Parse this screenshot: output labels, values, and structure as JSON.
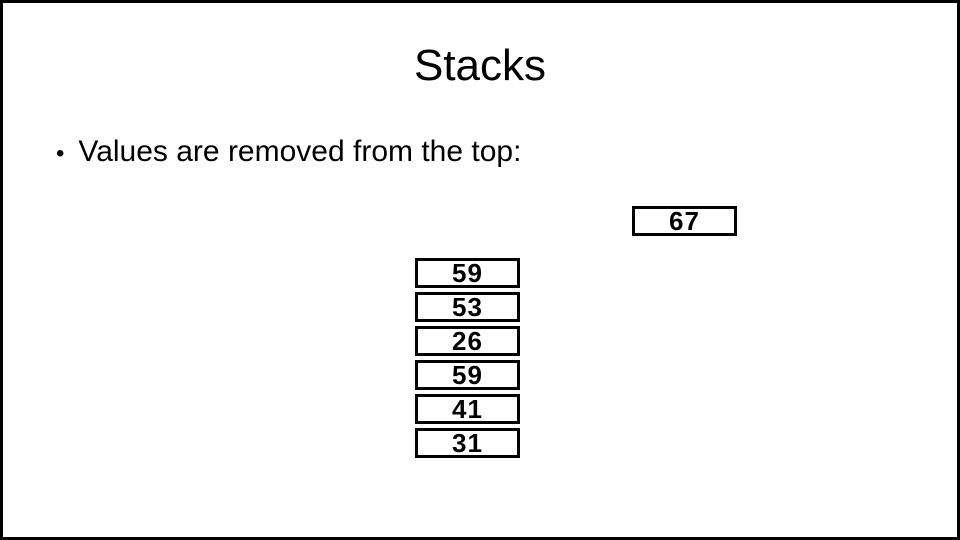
{
  "slide": {
    "title": "Stacks",
    "bullet_marker": "•",
    "bullet_text": "Values are removed from the top:"
  },
  "popped": {
    "value": "67"
  },
  "stack": {
    "values": [
      "59",
      "53",
      "26",
      "59",
      "41",
      "31"
    ]
  },
  "colors": {
    "background": "#ffffff",
    "frame": "#000000",
    "text": "#000000",
    "box_border": "#000000"
  }
}
